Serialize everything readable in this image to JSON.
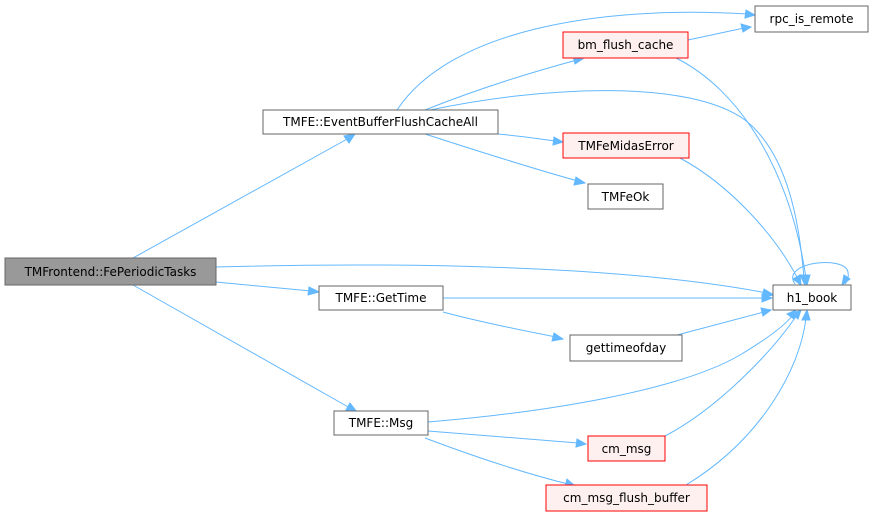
{
  "colors": {
    "edge": "#63b8ff",
    "root_fill": "#999999",
    "root_border": "#666666",
    "normal_fill": "#ffffff",
    "normal_border": "#666666",
    "warn_fill": "#fff0f0",
    "warn_border": "#ff0000"
  },
  "nodes": {
    "fe_periodic": {
      "label": "TMFrontend::FePeriodicTasks",
      "style": "root"
    },
    "ebfca": {
      "label": "TMFE::EventBufferFlushCacheAll",
      "style": "normal"
    },
    "gettime": {
      "label": "TMFE::GetTime",
      "style": "normal"
    },
    "msg": {
      "label": "TMFE::Msg",
      "style": "normal"
    },
    "bm_flush": {
      "label": "bm_flush_cache",
      "style": "warn"
    },
    "rpc": {
      "label": "rpc_is_remote",
      "style": "normal"
    },
    "tmfe_err": {
      "label": "TMFeMidasError",
      "style": "warn"
    },
    "tmfe_ok": {
      "label": "TMFeOk",
      "style": "normal"
    },
    "h1": {
      "label": "h1_book",
      "style": "normal"
    },
    "gtod": {
      "label": "gettimeofday",
      "style": "normal"
    },
    "cm_msg": {
      "label": "cm_msg",
      "style": "warn"
    },
    "cm_flush": {
      "label": "cm_msg_flush_buffer",
      "style": "warn"
    }
  }
}
